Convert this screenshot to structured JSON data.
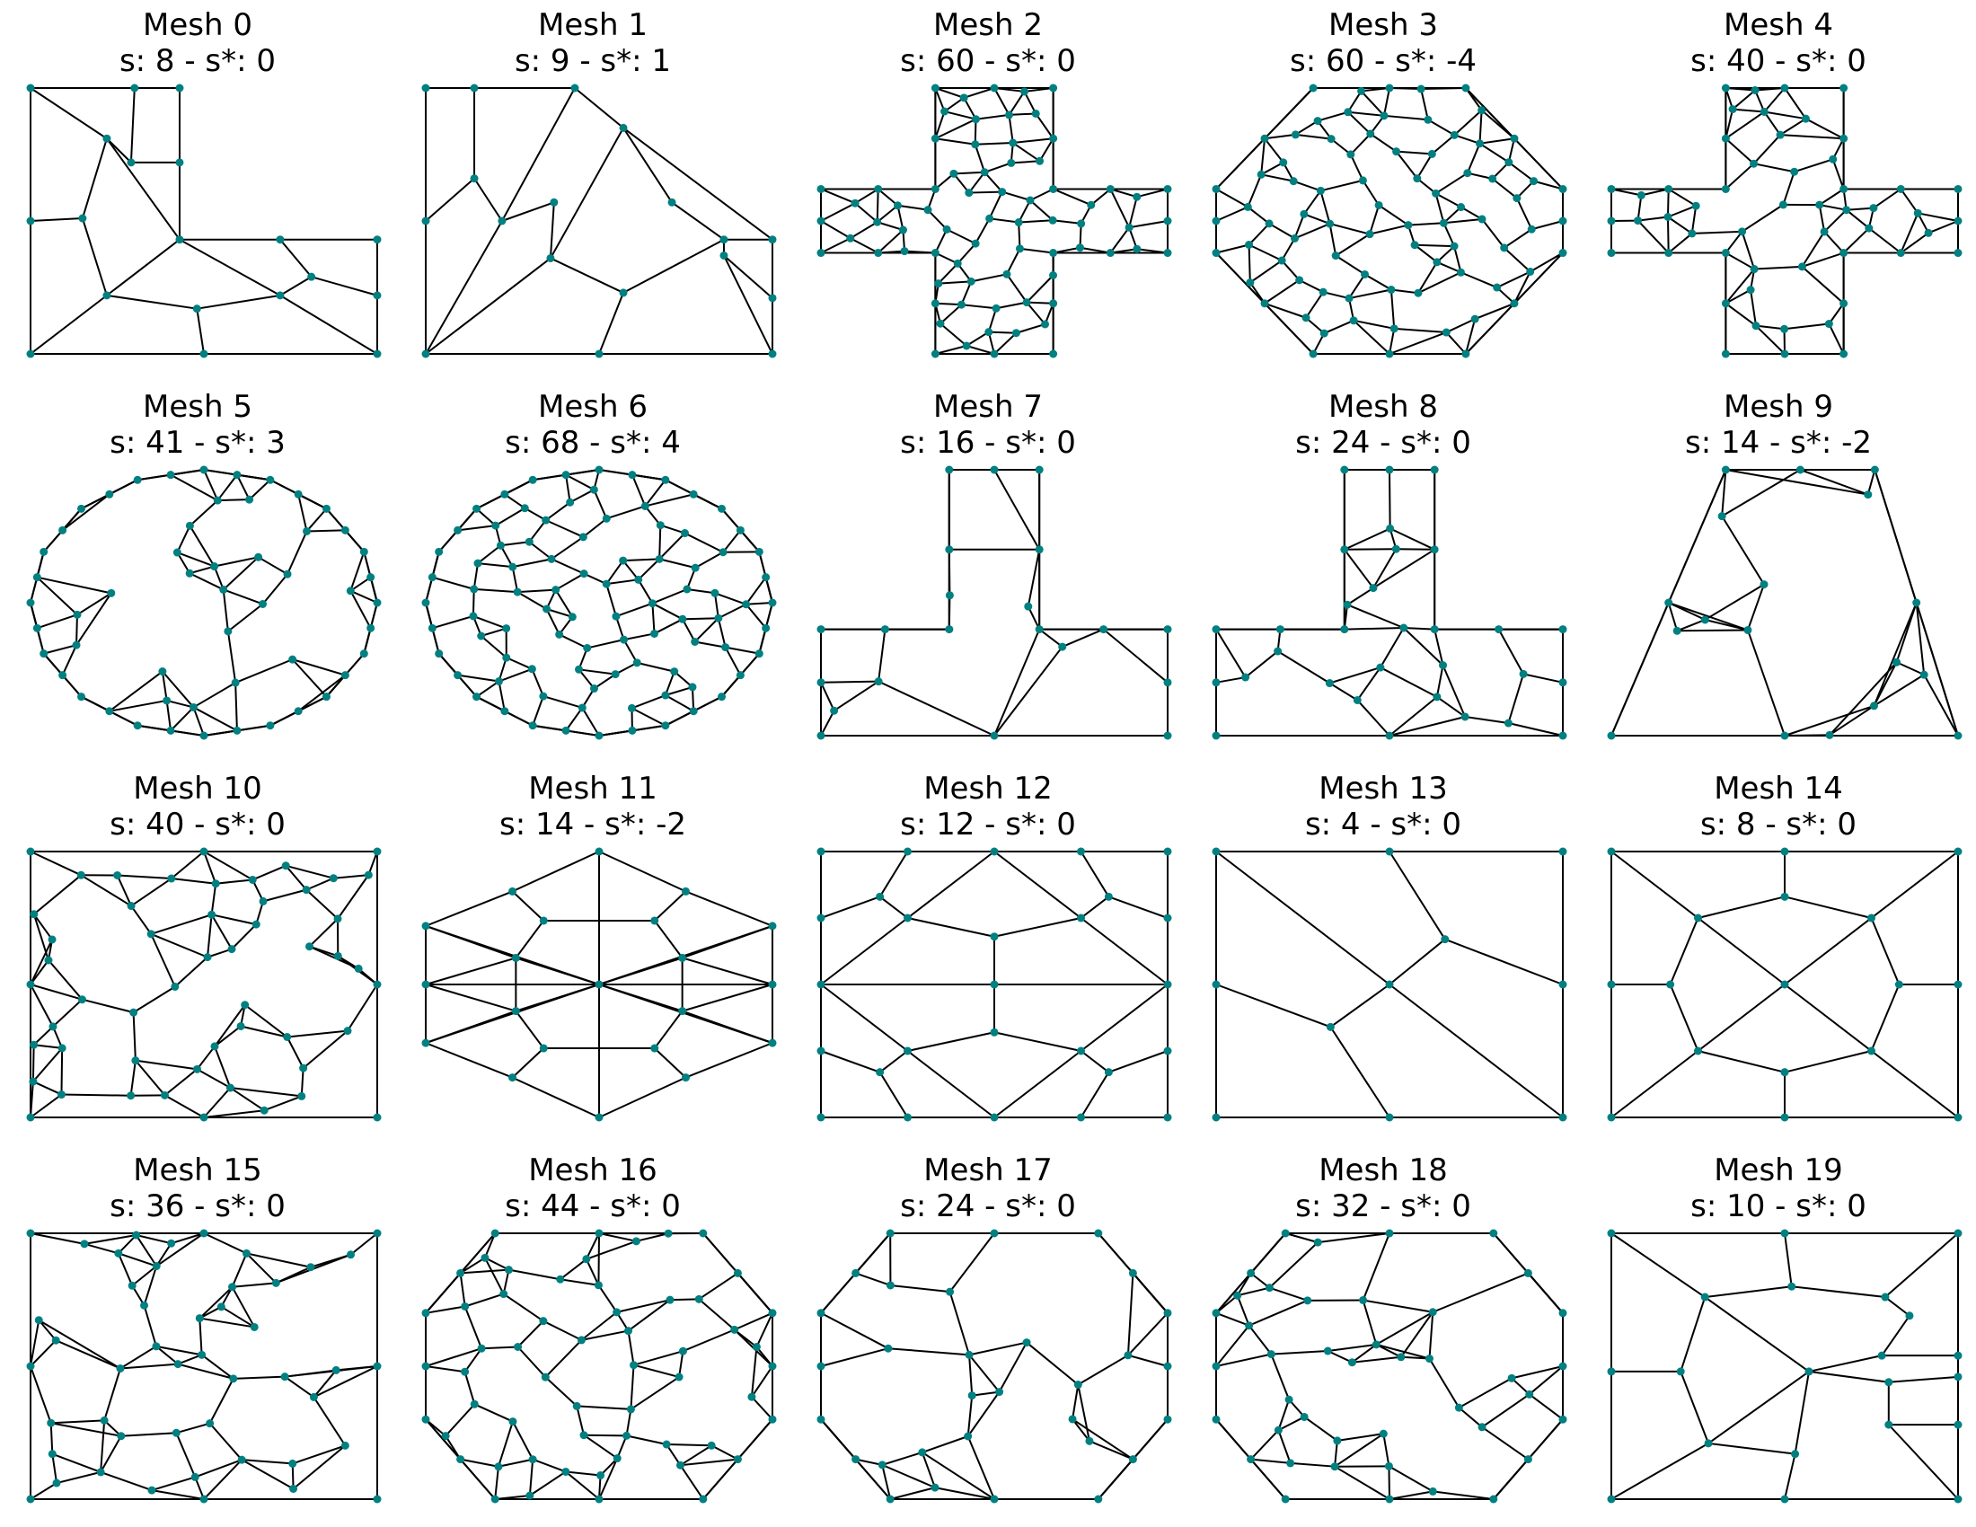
{
  "colors": {
    "edge": "#000000",
    "node": "#008080",
    "background": "#ffffff"
  },
  "meshes": [
    {
      "name": "Mesh 0",
      "score": "s: 8 - s*: 0",
      "shape": "L",
      "nodes": [
        [
          0,
          0
        ],
        [
          0.3,
          0
        ],
        [
          0.43,
          0
        ],
        [
          0.43,
          0.28
        ],
        [
          0.29,
          0.28
        ],
        [
          0.22,
          0.19
        ],
        [
          0,
          0.5
        ],
        [
          0.15,
          0.49
        ],
        [
          0.43,
          0.57
        ],
        [
          0.72,
          0.57
        ],
        [
          1,
          0.57
        ],
        [
          0.81,
          0.71
        ],
        [
          1,
          0.78
        ],
        [
          0.72,
          0.78
        ],
        [
          0.22,
          0.78
        ],
        [
          0.48,
          0.83
        ],
        [
          0,
          1
        ],
        [
          0.5,
          1
        ],
        [
          1,
          1
        ]
      ],
      "edges": [
        [
          0,
          1
        ],
        [
          1,
          2
        ],
        [
          2,
          3
        ],
        [
          3,
          8
        ],
        [
          0,
          6
        ],
        [
          6,
          16
        ],
        [
          16,
          17
        ],
        [
          17,
          18
        ],
        [
          18,
          12
        ],
        [
          12,
          10
        ],
        [
          10,
          9
        ],
        [
          9,
          8
        ],
        [
          0,
          5
        ],
        [
          5,
          8
        ],
        [
          1,
          4
        ],
        [
          4,
          5
        ],
        [
          4,
          3
        ],
        [
          5,
          7
        ],
        [
          6,
          7
        ],
        [
          7,
          14
        ],
        [
          14,
          8
        ],
        [
          14,
          16
        ],
        [
          14,
          15
        ],
        [
          15,
          17
        ],
        [
          15,
          13
        ],
        [
          13,
          8
        ],
        [
          13,
          11
        ],
        [
          11,
          9
        ],
        [
          11,
          12
        ],
        [
          13,
          18
        ]
      ]
    },
    {
      "name": "Mesh 1",
      "score": "s: 9 - s*: 1",
      "shape": "trap",
      "nodes": [
        [
          0,
          0
        ],
        [
          0.14,
          0
        ],
        [
          0.43,
          0
        ],
        [
          0.57,
          0.15
        ],
        [
          0.14,
          0.34
        ],
        [
          0,
          0.5
        ],
        [
          0.22,
          0.5
        ],
        [
          0.37,
          0.43
        ],
        [
          0.71,
          0.43
        ],
        [
          0.86,
          0.63
        ],
        [
          1,
          0.57
        ],
        [
          0.36,
          0.64
        ],
        [
          0.86,
          0.57
        ],
        [
          1,
          0.79
        ],
        [
          0.57,
          0.77
        ],
        [
          0.5,
          1
        ],
        [
          0,
          1
        ],
        [
          1,
          1
        ]
      ],
      "edges": [
        [
          0,
          2
        ],
        [
          2,
          3
        ],
        [
          3,
          10
        ],
        [
          10,
          13
        ],
        [
          13,
          17
        ],
        [
          17,
          15
        ],
        [
          15,
          16
        ],
        [
          16,
          5
        ],
        [
          5,
          0
        ],
        [
          1,
          0
        ],
        [
          1,
          4
        ],
        [
          4,
          5
        ],
        [
          4,
          6
        ],
        [
          6,
          2
        ],
        [
          6,
          16
        ],
        [
          6,
          7
        ],
        [
          7,
          11
        ],
        [
          11,
          3
        ],
        [
          11,
          16
        ],
        [
          11,
          14
        ],
        [
          14,
          12
        ],
        [
          12,
          8
        ],
        [
          8,
          3
        ],
        [
          14,
          15
        ],
        [
          12,
          9
        ],
        [
          9,
          13
        ],
        [
          9,
          17
        ],
        [
          12,
          10
        ]
      ]
    },
    {
      "name": "Mesh 2",
      "score": "s: 60 - s*: 0",
      "shape": "cross",
      "density": 60
    },
    {
      "name": "Mesh 3",
      "score": "s: 60 - s*: -4",
      "shape": "octo",
      "density": 60
    },
    {
      "name": "Mesh 4",
      "score": "s: 40 - s*: 0",
      "shape": "cross",
      "density": 40
    },
    {
      "name": "Mesh 5",
      "score": "s: 41 - s*: 3",
      "shape": "round",
      "density": 41
    },
    {
      "name": "Mesh 6",
      "score": "s: 68 - s*: 4",
      "shape": "round",
      "density": 68
    },
    {
      "name": "Mesh 7",
      "score": "s: 16 - s*: 0",
      "shape": "tee",
      "density": 16
    },
    {
      "name": "Mesh 8",
      "score": "s: 24 - s*: 0",
      "shape": "tee",
      "density": 24
    },
    {
      "name": "Mesh 9",
      "score": "s: 14 - s*: -2",
      "shape": "trapezoid",
      "density": 14
    },
    {
      "name": "Mesh 10",
      "score": "s: 40 - s*: 0",
      "shape": "rect",
      "density": 40
    },
    {
      "name": "Mesh 11",
      "score": "s: 14 - s*: -2",
      "shape": "hex",
      "nodes": [
        [
          0.5,
          0
        ],
        [
          0.25,
          0.15
        ],
        [
          0.75,
          0.15
        ],
        [
          0,
          0.28
        ],
        [
          1,
          0.28
        ],
        [
          0.34,
          0.26
        ],
        [
          0.66,
          0.26
        ],
        [
          0.26,
          0.4
        ],
        [
          0.74,
          0.4
        ],
        [
          0,
          0.5
        ],
        [
          1,
          0.5
        ],
        [
          0.5,
          0.5
        ],
        [
          0.26,
          0.6
        ],
        [
          0.74,
          0.6
        ],
        [
          0,
          0.72
        ],
        [
          1,
          0.72
        ],
        [
          0.34,
          0.74
        ],
        [
          0.66,
          0.74
        ],
        [
          0.25,
          0.85
        ],
        [
          0.75,
          0.85
        ],
        [
          0.5,
          1
        ]
      ],
      "edges": [
        [
          0,
          1
        ],
        [
          0,
          2
        ],
        [
          1,
          3
        ],
        [
          2,
          4
        ],
        [
          3,
          9
        ],
        [
          4,
          10
        ],
        [
          9,
          14
        ],
        [
          10,
          15
        ],
        [
          14,
          18
        ],
        [
          15,
          19
        ],
        [
          18,
          20
        ],
        [
          19,
          20
        ],
        [
          0,
          11
        ],
        [
          11,
          20
        ],
        [
          1,
          5
        ],
        [
          2,
          6
        ],
        [
          5,
          6
        ],
        [
          5,
          7
        ],
        [
          6,
          8
        ],
        [
          3,
          7
        ],
        [
          4,
          8
        ],
        [
          7,
          9
        ],
        [
          8,
          10
        ],
        [
          7,
          12
        ],
        [
          8,
          13
        ],
        [
          12,
          9
        ],
        [
          13,
          10
        ],
        [
          12,
          16
        ],
        [
          13,
          17
        ],
        [
          16,
          17
        ],
        [
          16,
          18
        ],
        [
          17,
          19
        ],
        [
          12,
          14
        ],
        [
          13,
          15
        ],
        [
          9,
          11
        ],
        [
          11,
          10
        ],
        [
          7,
          11
        ],
        [
          11,
          8
        ],
        [
          12,
          11
        ],
        [
          11,
          13
        ],
        [
          3,
          11
        ],
        [
          11,
          4
        ],
        [
          14,
          11
        ],
        [
          11,
          15
        ]
      ]
    },
    {
      "name": "Mesh 12",
      "score": "s: 12 - s*: 0",
      "shape": "rect",
      "nodes": [
        [
          0,
          0
        ],
        [
          0.25,
          0
        ],
        [
          0.5,
          0
        ],
        [
          0.75,
          0
        ],
        [
          1,
          0
        ],
        [
          0,
          0.25
        ],
        [
          0.17,
          0.17
        ],
        [
          0.25,
          0.25
        ],
        [
          0.5,
          0.32
        ],
        [
          0.75,
          0.25
        ],
        [
          0.83,
          0.17
        ],
        [
          1,
          0.25
        ],
        [
          0,
          0.5
        ],
        [
          0.5,
          0.5
        ],
        [
          1,
          0.5
        ],
        [
          0,
          0.75
        ],
        [
          0.17,
          0.83
        ],
        [
          0.25,
          0.75
        ],
        [
          0.5,
          0.68
        ],
        [
          0.75,
          0.75
        ],
        [
          0.83,
          0.83
        ],
        [
          1,
          0.75
        ],
        [
          0,
          1
        ],
        [
          0.25,
          1
        ],
        [
          0.5,
          1
        ],
        [
          0.75,
          1
        ],
        [
          1,
          1
        ]
      ],
      "edges": [
        [
          0,
          4
        ],
        [
          4,
          26
        ],
        [
          26,
          22
        ],
        [
          22,
          0
        ],
        [
          12,
          14
        ],
        [
          1,
          6
        ],
        [
          6,
          5
        ],
        [
          6,
          7
        ],
        [
          3,
          10
        ],
        [
          10,
          11
        ],
        [
          10,
          9
        ],
        [
          2,
          7
        ],
        [
          2,
          9
        ],
        [
          7,
          8
        ],
        [
          8,
          9
        ],
        [
          7,
          12
        ],
        [
          9,
          14
        ],
        [
          8,
          13
        ],
        [
          13,
          18
        ],
        [
          18,
          17
        ],
        [
          18,
          19
        ],
        [
          17,
          12
        ],
        [
          19,
          14
        ],
        [
          17,
          16
        ],
        [
          16,
          15
        ],
        [
          16,
          23
        ],
        [
          19,
          20
        ],
        [
          20,
          21
        ],
        [
          20,
          25
        ],
        [
          17,
          24
        ],
        [
          19,
          24
        ]
      ]
    },
    {
      "name": "Mesh 13",
      "score": "s: 4 - s*: 0",
      "shape": "rect",
      "nodes": [
        [
          0,
          0
        ],
        [
          0.5,
          0
        ],
        [
          1,
          0
        ],
        [
          0,
          0.5
        ],
        [
          0.66,
          0.33
        ],
        [
          0.5,
          0.5
        ],
        [
          0.33,
          0.66
        ],
        [
          1,
          0.5
        ],
        [
          0,
          1
        ],
        [
          0.5,
          1
        ],
        [
          1,
          1
        ]
      ],
      "edges": [
        [
          0,
          2
        ],
        [
          2,
          10
        ],
        [
          10,
          8
        ],
        [
          8,
          0
        ],
        [
          0,
          5
        ],
        [
          5,
          10
        ],
        [
          1,
          4
        ],
        [
          4,
          5
        ],
        [
          4,
          7
        ],
        [
          5,
          6
        ],
        [
          6,
          3
        ],
        [
          6,
          9
        ]
      ]
    },
    {
      "name": "Mesh 14",
      "score": "s: 8 - s*: 0",
      "shape": "rect",
      "nodes": [
        [
          0,
          0
        ],
        [
          0.5,
          0
        ],
        [
          1,
          0
        ],
        [
          0.5,
          0.17
        ],
        [
          0.25,
          0.25
        ],
        [
          0.75,
          0.25
        ],
        [
          0,
          0.5
        ],
        [
          0.17,
          0.5
        ],
        [
          0.5,
          0.5
        ],
        [
          0.83,
          0.5
        ],
        [
          1,
          0.5
        ],
        [
          0.25,
          0.75
        ],
        [
          0.75,
          0.75
        ],
        [
          0.5,
          0.83
        ],
        [
          0,
          1
        ],
        [
          0.5,
          1
        ],
        [
          1,
          1
        ]
      ],
      "edges": [
        [
          0,
          2
        ],
        [
          2,
          16
        ],
        [
          16,
          14
        ],
        [
          14,
          0
        ],
        [
          0,
          8
        ],
        [
          8,
          16
        ],
        [
          2,
          8
        ],
        [
          8,
          14
        ],
        [
          1,
          3
        ],
        [
          3,
          4
        ],
        [
          3,
          5
        ],
        [
          4,
          7
        ],
        [
          5,
          9
        ],
        [
          7,
          6
        ],
        [
          9,
          10
        ],
        [
          7,
          11
        ],
        [
          9,
          12
        ],
        [
          11,
          13
        ],
        [
          12,
          13
        ],
        [
          13,
          15
        ]
      ]
    },
    {
      "name": "Mesh 15",
      "score": "s: 36 - s*: 0",
      "shape": "rect",
      "density": 36
    },
    {
      "name": "Mesh 16",
      "score": "s: 44 - s*: 0",
      "shape": "hex",
      "density": 44
    },
    {
      "name": "Mesh 17",
      "score": "s: 24 - s*: 0",
      "shape": "hex",
      "density": 24
    },
    {
      "name": "Mesh 18",
      "score": "s: 32 - s*: 0",
      "shape": "hex",
      "density": 32
    },
    {
      "name": "Mesh 19",
      "score": "s: 10 - s*: 0",
      "shape": "rect",
      "nodes": [
        [
          0,
          0
        ],
        [
          0.5,
          0
        ],
        [
          1,
          0
        ],
        [
          0.52,
          0.2
        ],
        [
          0.27,
          0.24
        ],
        [
          0.79,
          0.24
        ],
        [
          0.86,
          0.31
        ],
        [
          0.2,
          0.52
        ],
        [
          0.57,
          0.52
        ],
        [
          0.78,
          0.46
        ],
        [
          1,
          0.46
        ],
        [
          0.8,
          0.56
        ],
        [
          1,
          0.54
        ],
        [
          0.28,
          0.79
        ],
        [
          0.53,
          0.83
        ],
        [
          0.8,
          0.72
        ],
        [
          1,
          0.72
        ],
        [
          0,
          0.52
        ],
        [
          0,
          1
        ],
        [
          0.5,
          1
        ],
        [
          1,
          1
        ]
      ],
      "edges": [
        [
          0,
          2
        ],
        [
          2,
          20
        ],
        [
          20,
          18
        ],
        [
          18,
          0
        ],
        [
          0,
          4
        ],
        [
          4,
          3
        ],
        [
          3,
          1
        ],
        [
          3,
          5
        ],
        [
          5,
          2
        ],
        [
          5,
          6
        ],
        [
          6,
          9
        ],
        [
          9,
          8
        ],
        [
          9,
          10
        ],
        [
          8,
          11
        ],
        [
          11,
          12
        ],
        [
          11,
          15
        ],
        [
          15,
          16
        ],
        [
          15,
          20
        ],
        [
          8,
          14
        ],
        [
          14,
          13
        ],
        [
          13,
          18
        ],
        [
          13,
          7
        ],
        [
          7,
          4
        ],
        [
          7,
          17
        ],
        [
          14,
          19
        ],
        [
          4,
          8
        ],
        [
          8,
          13
        ]
      ]
    }
  ]
}
